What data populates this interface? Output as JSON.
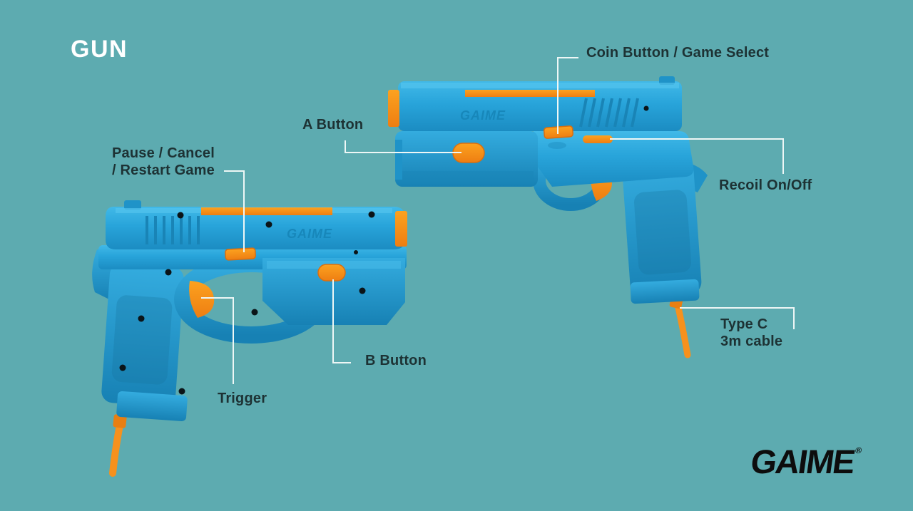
{
  "header": {
    "title": "GUN"
  },
  "callouts": {
    "coin": {
      "text": "Coin Button / Game Select",
      "target": "coin-button"
    },
    "a_button": {
      "text": "A Button",
      "target": "a-button"
    },
    "pause": {
      "text": "Pause / Cancel\n/ Restart Game",
      "target": "pause-button"
    },
    "recoil": {
      "text": "Recoil On/Off",
      "target": "recoil-switch"
    },
    "b_button": {
      "text": "B Button",
      "target": "b-button"
    },
    "trigger": {
      "text": "Trigger",
      "target": "trigger"
    },
    "type_c": {
      "text": "Type C\n3m cable",
      "target": "usb-cable"
    }
  },
  "logo": {
    "text": "GAIME",
    "registered": "®"
  },
  "guns": {
    "left": {
      "engraving": "GAIME"
    },
    "right": {
      "engraving": "GAIME"
    }
  },
  "colors": {
    "background": "#5dabb0",
    "gun_body_blue": "#29a7dc",
    "accent_orange": "#f6911d",
    "label_text": "#1d3234",
    "leader_line": "#eef7f6",
    "title_text": "#ffffff",
    "logo_black": "#0d0d0d"
  }
}
